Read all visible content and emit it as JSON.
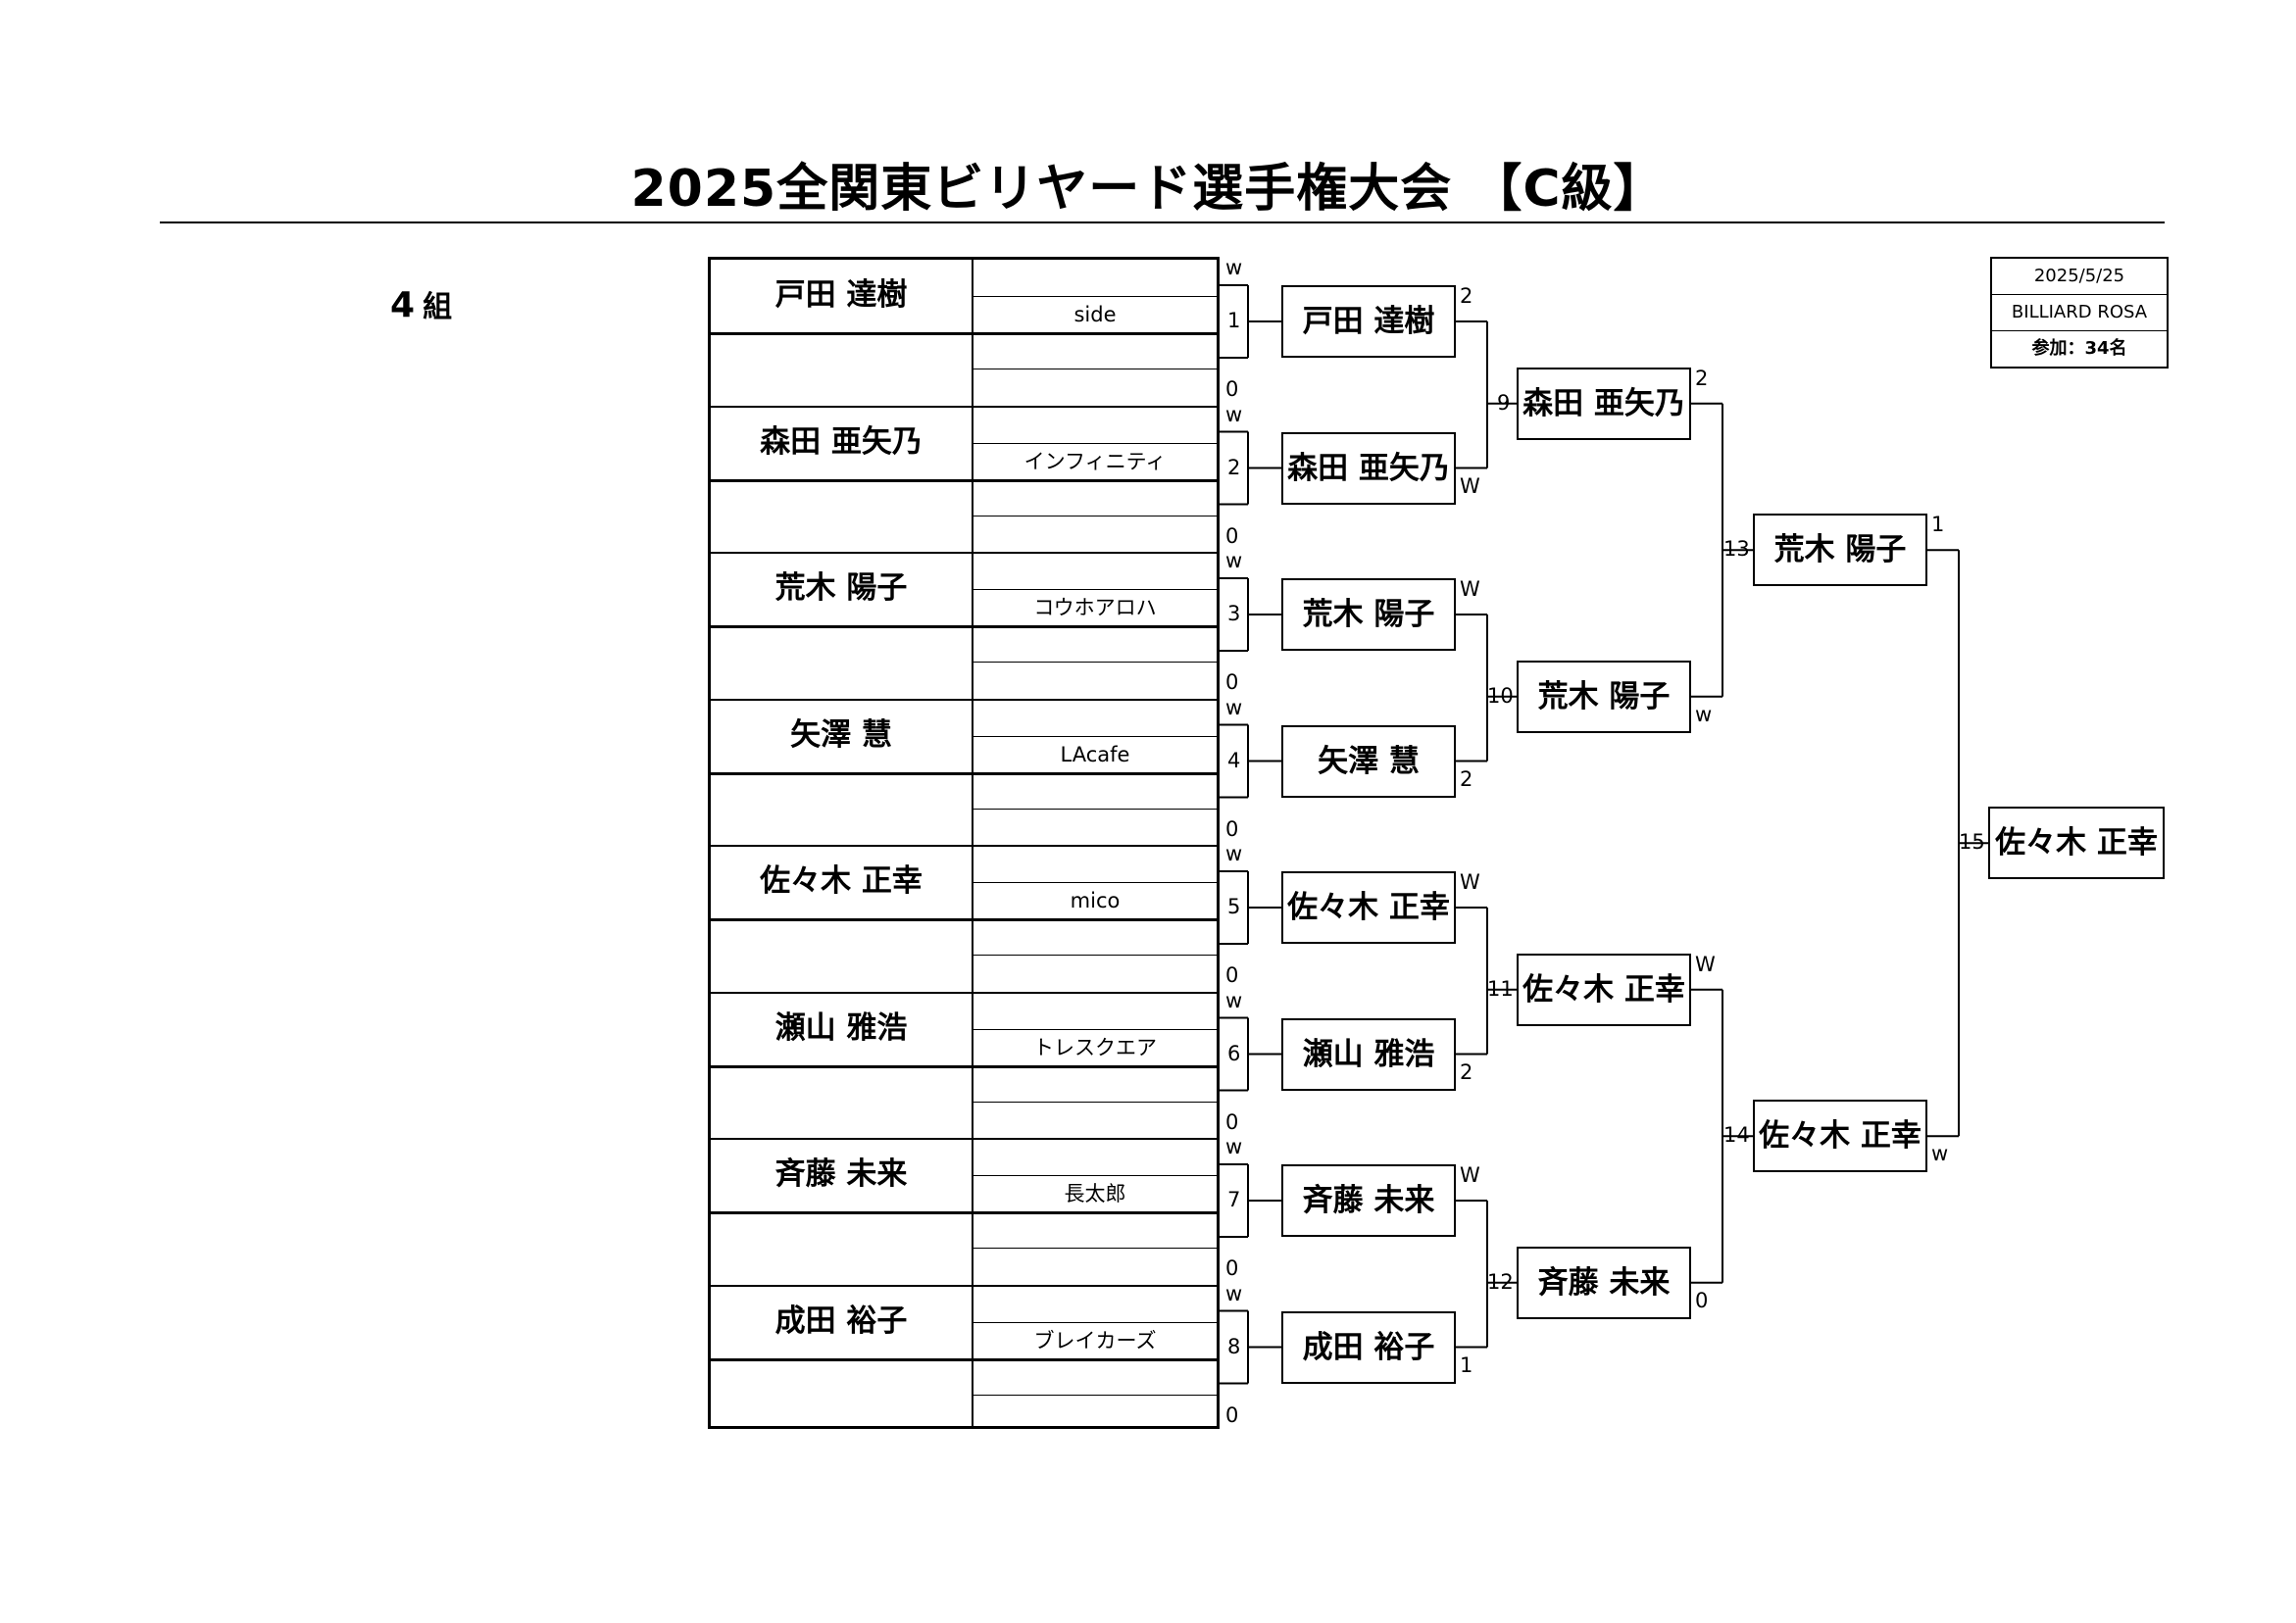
{
  "title": "2025全関東ビリヤード選手権大会 【C級】",
  "group": {
    "number": "4",
    "suffix": "組"
  },
  "info": {
    "date": "2025/5/25",
    "venue": "BILLIARD ROSA",
    "participants": "参加：34名"
  },
  "players": [
    {
      "name": "戸田 達樹",
      "club": "side"
    },
    {
      "name": "森田 亜矢乃",
      "club": "インフィニティ"
    },
    {
      "name": "荒木 陽子",
      "club": "コウホアロハ"
    },
    {
      "name": "矢澤 慧",
      "club": "LAcafe"
    },
    {
      "name": "佐々木 正幸",
      "club": "mico"
    },
    {
      "name": "瀬山 雅浩",
      "club": "トレスクエア"
    },
    {
      "name": "斉藤 未来",
      "club": "長太郎"
    },
    {
      "name": "成田 裕子",
      "club": "ブレイカーズ"
    }
  ],
  "round1": [
    {
      "match": "1",
      "top": "w",
      "bottom": "0",
      "name": "戸田 達樹"
    },
    {
      "match": "2",
      "top": "w",
      "bottom": "0",
      "name": "森田 亜矢乃"
    },
    {
      "match": "3",
      "top": "w",
      "bottom": "0",
      "name": "荒木 陽子"
    },
    {
      "match": "4",
      "top": "w",
      "bottom": "0",
      "name": "矢澤 慧"
    },
    {
      "match": "5",
      "top": "w",
      "bottom": "0",
      "name": "佐々木 正幸"
    },
    {
      "match": "6",
      "top": "w",
      "bottom": "0",
      "name": "瀬山 雅浩"
    },
    {
      "match": "7",
      "top": "w",
      "bottom": "0",
      "name": "斉藤 未来"
    },
    {
      "match": "8",
      "top": "w",
      "bottom": "0",
      "name": "成田 裕子"
    }
  ],
  "round2": [
    {
      "match": "9",
      "top": "2",
      "bottom": "W",
      "name": "森田 亜矢乃"
    },
    {
      "match": "10",
      "top": "W",
      "bottom": "2",
      "name": "荒木 陽子"
    },
    {
      "match": "11",
      "top": "W",
      "bottom": "2",
      "name": "佐々木 正幸"
    },
    {
      "match": "12",
      "top": "W",
      "bottom": "1",
      "name": "斉藤 未来"
    }
  ],
  "round3": [
    {
      "match": "13",
      "top": "2",
      "bottom": "w",
      "name": "荒木 陽子"
    },
    {
      "match": "14",
      "top": "W",
      "bottom": "0",
      "name": "佐々木 正幸"
    }
  ],
  "round4": [
    {
      "match": "15",
      "top": "1",
      "bottom": "w",
      "name": "佐々木 正幸"
    }
  ]
}
